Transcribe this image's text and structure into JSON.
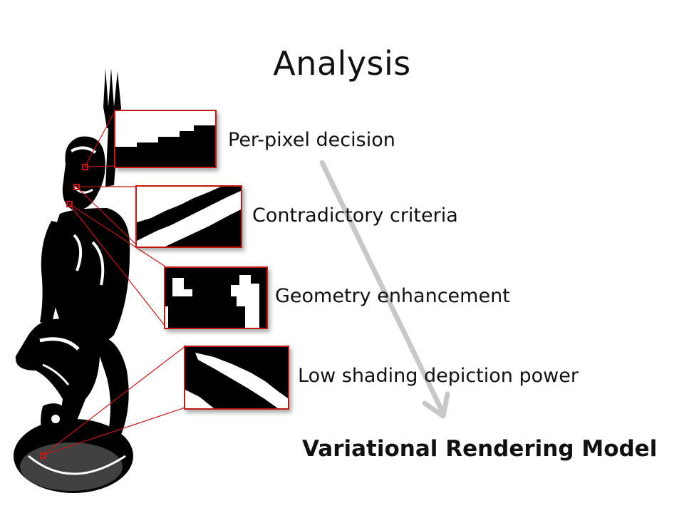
{
  "slide": {
    "title": "Analysis",
    "items": [
      {
        "label": "Per-pixel decision"
      },
      {
        "label": "Contradictory criteria"
      },
      {
        "label": "Geometry enhancement"
      },
      {
        "label": "Low shading depiction power"
      }
    ],
    "conclusion": "Variational Rendering Model"
  },
  "colors": {
    "callout_frame": "#c01818",
    "arrow": "#c8c8c8",
    "ink": "#000000"
  },
  "figure": {
    "subject": "black-and-white rendering of a statue",
    "zoom_insets": [
      "stair-step diagonal edge",
      "thin diagonal band",
      "dark crossbar shape",
      "white crescent stroke"
    ]
  }
}
